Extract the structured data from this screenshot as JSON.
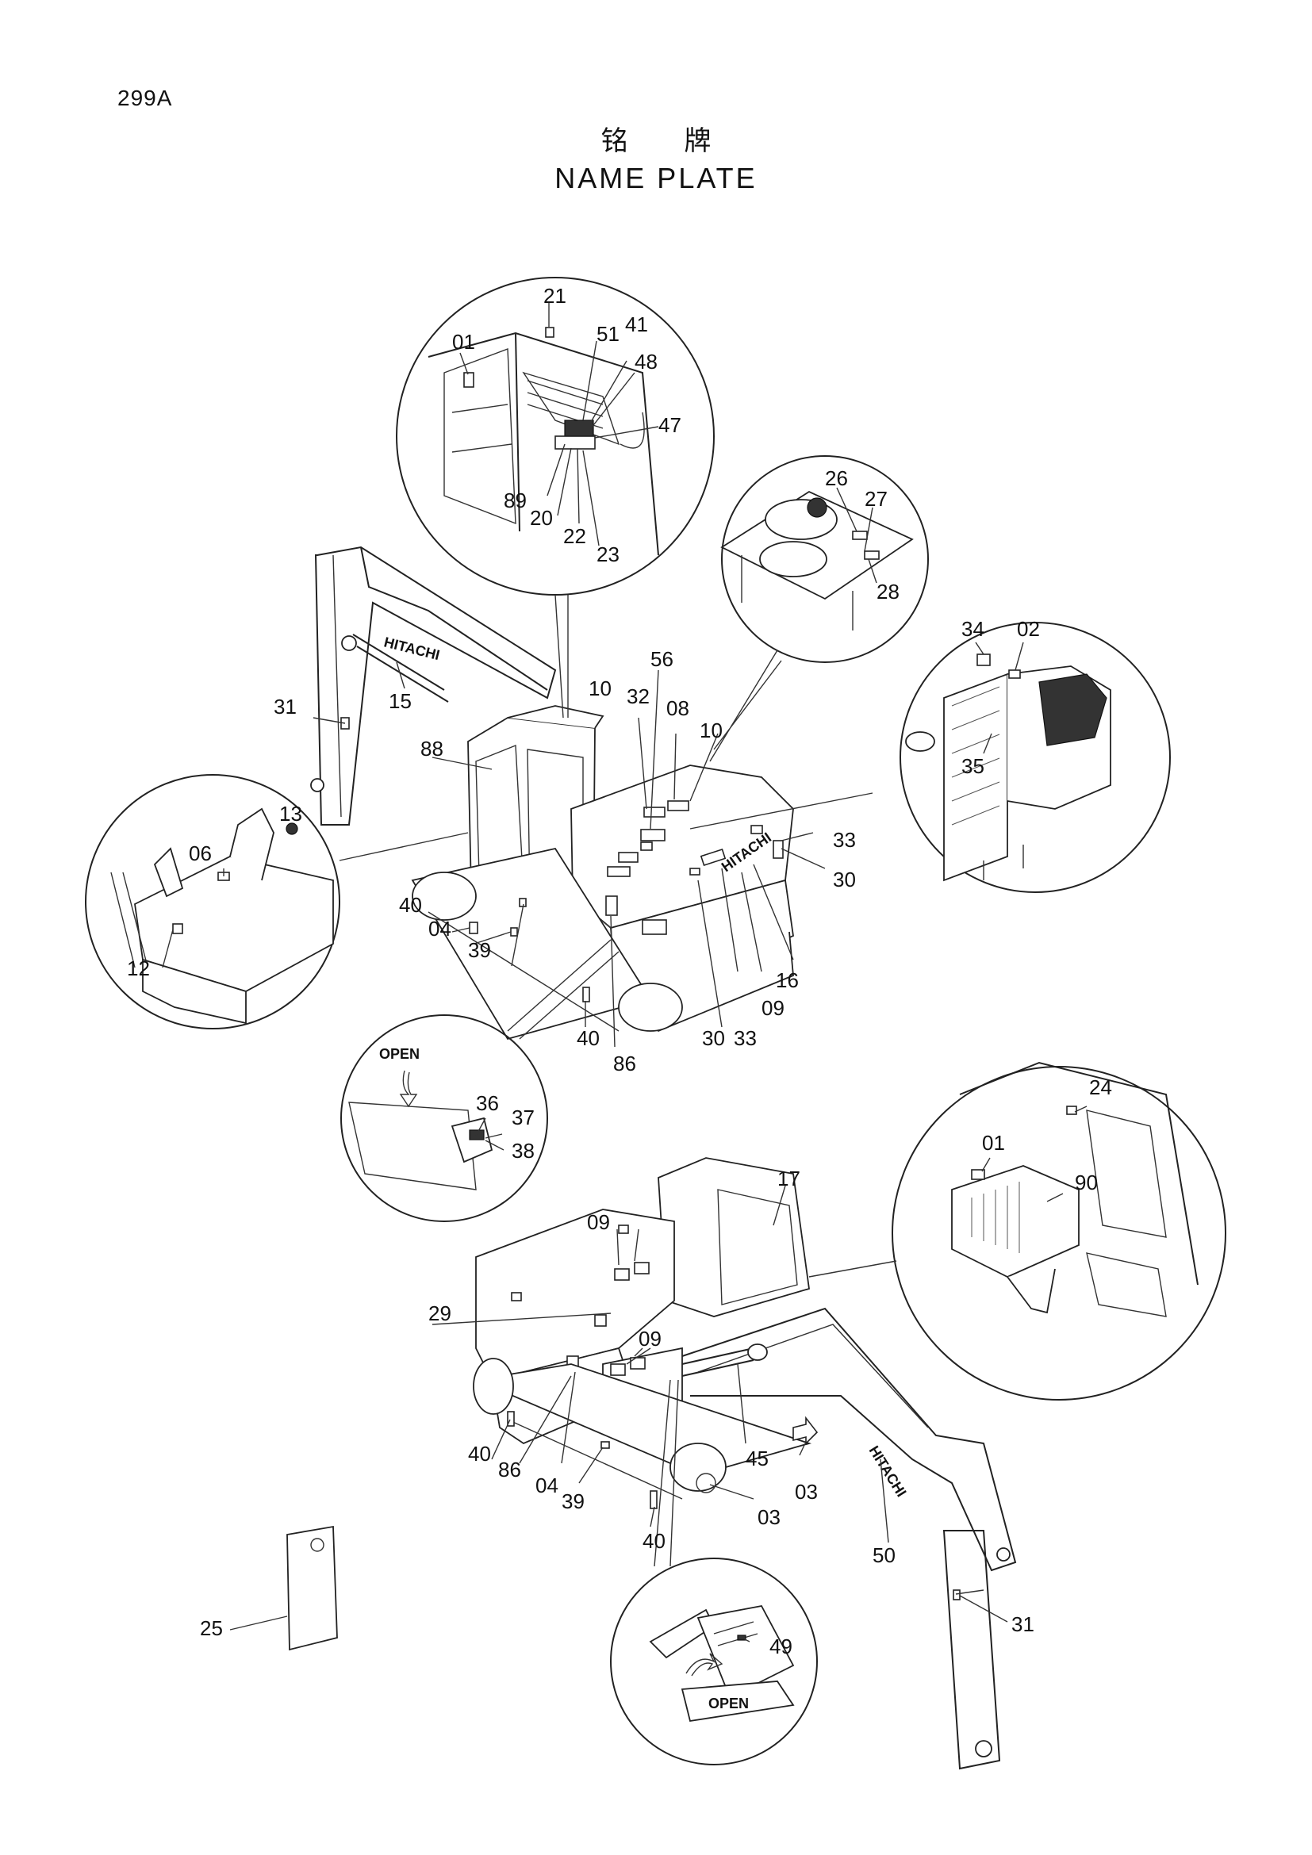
{
  "page": {
    "page_number": "299A",
    "title_cn": "铭 牌",
    "title_en": "NAME  PLATE"
  },
  "brand_marks": {
    "boom_upper": "HITACHI",
    "counterweight": "HITACHI",
    "boom_lower": "HITACHI"
  },
  "detail_labels": {
    "open_upper": "OPEN",
    "open_lower": "OPEN"
  },
  "callouts": [
    {
      "id": "c21",
      "text": "21"
    },
    {
      "id": "c01a",
      "text": "01"
    },
    {
      "id": "c51",
      "text": "51"
    },
    {
      "id": "c41",
      "text": "41"
    },
    {
      "id": "c48",
      "text": "48"
    },
    {
      "id": "c47",
      "text": "47"
    },
    {
      "id": "c89",
      "text": "89"
    },
    {
      "id": "c20",
      "text": "20"
    },
    {
      "id": "c22",
      "text": "22"
    },
    {
      "id": "c23",
      "text": "23"
    },
    {
      "id": "c26",
      "text": "26"
    },
    {
      "id": "c27",
      "text": "27"
    },
    {
      "id": "c28",
      "text": "28"
    },
    {
      "id": "c34",
      "text": "34"
    },
    {
      "id": "c02",
      "text": "02"
    },
    {
      "id": "c35",
      "text": "35"
    },
    {
      "id": "c31a",
      "text": "31"
    },
    {
      "id": "c15",
      "text": "15"
    },
    {
      "id": "c56",
      "text": "56"
    },
    {
      "id": "c10a",
      "text": "10"
    },
    {
      "id": "c32",
      "text": "32"
    },
    {
      "id": "c08",
      "text": "08"
    },
    {
      "id": "c10b",
      "text": "10"
    },
    {
      "id": "c88",
      "text": "88"
    },
    {
      "id": "c13",
      "text": "13"
    },
    {
      "id": "c06",
      "text": "06"
    },
    {
      "id": "c12",
      "text": "12"
    },
    {
      "id": "c33a",
      "text": "33"
    },
    {
      "id": "c30a",
      "text": "30"
    },
    {
      "id": "c40a",
      "text": "40"
    },
    {
      "id": "c04a",
      "text": "04"
    },
    {
      "id": "c39a",
      "text": "39"
    },
    {
      "id": "c16",
      "text": "16"
    },
    {
      "id": "c09a",
      "text": "09"
    },
    {
      "id": "c30b",
      "text": "30"
    },
    {
      "id": "c33b",
      "text": "33"
    },
    {
      "id": "c40b",
      "text": "40"
    },
    {
      "id": "c86a",
      "text": "86"
    },
    {
      "id": "c36",
      "text": "36"
    },
    {
      "id": "c37",
      "text": "37"
    },
    {
      "id": "c38",
      "text": "38"
    },
    {
      "id": "c24",
      "text": "24"
    },
    {
      "id": "c01b",
      "text": "01"
    },
    {
      "id": "c90",
      "text": "90"
    },
    {
      "id": "c17",
      "text": "17"
    },
    {
      "id": "c09b",
      "text": "09"
    },
    {
      "id": "c29",
      "text": "29"
    },
    {
      "id": "c09c",
      "text": "09"
    },
    {
      "id": "c40c",
      "text": "40"
    },
    {
      "id": "c86b",
      "text": "86"
    },
    {
      "id": "c04b",
      "text": "04"
    },
    {
      "id": "c39b",
      "text": "39"
    },
    {
      "id": "c45",
      "text": "45"
    },
    {
      "id": "c03a",
      "text": "03"
    },
    {
      "id": "c03b",
      "text": "03"
    },
    {
      "id": "c40d",
      "text": "40"
    },
    {
      "id": "c50",
      "text": "50"
    },
    {
      "id": "c31b",
      "text": "31"
    },
    {
      "id": "c25",
      "text": "25"
    },
    {
      "id": "c49",
      "text": "49"
    }
  ]
}
